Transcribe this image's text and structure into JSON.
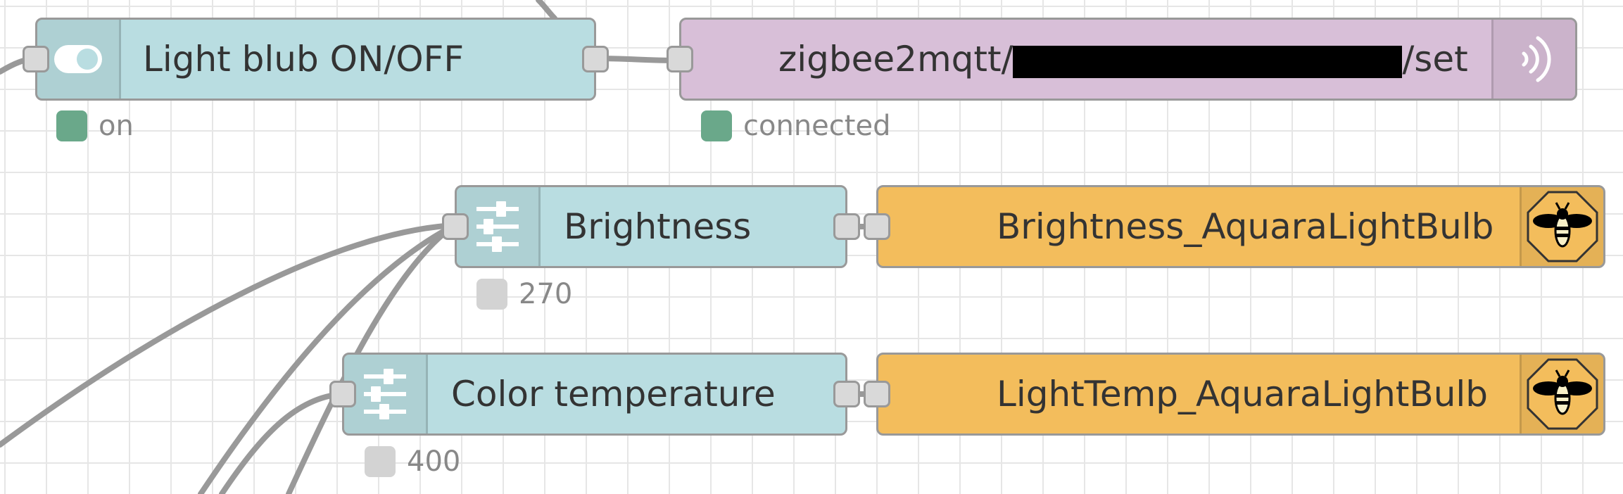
{
  "colors": {
    "dashboard_node": "#b9dde1",
    "mqtt_node": "#d8bfd8",
    "ha_node": "#f3bd5c",
    "status_connected": "#6aa88a",
    "status_idle": "#d3d3d3",
    "wire": "#999999"
  },
  "nodes": {
    "switch": {
      "label": "Light blub ON/OFF",
      "icon": "toggle-switch-icon",
      "status_text": "on"
    },
    "mqtt": {
      "label_prefix": "zigbee2mqtt/",
      "label_suffix": "/set",
      "icon": "broadcast-icon",
      "status_text": "connected"
    },
    "brightness": {
      "label": "Brightness",
      "icon": "sliders-icon",
      "status_text": "270"
    },
    "brightness_out": {
      "label": "Brightness_AquaraLightBulb",
      "icon": "home-assistant-bee-icon"
    },
    "color_temp": {
      "label": "Color temperature",
      "icon": "sliders-icon",
      "status_text": "400"
    },
    "temp_out": {
      "label": "LightTemp_AquaraLightBulb",
      "icon": "home-assistant-bee-icon"
    }
  }
}
